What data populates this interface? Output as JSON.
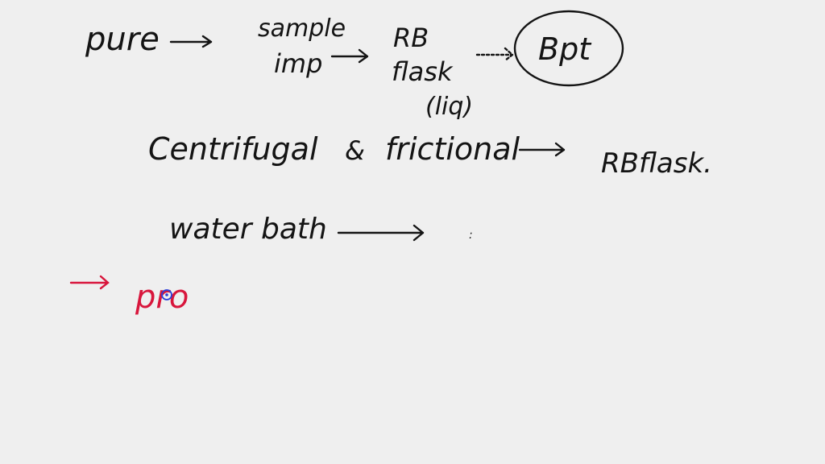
{
  "board": {
    "background": "#efefef",
    "ink_color": "#141414",
    "accent_color": "#d8163c",
    "cursor_color": "#2a3fd8",
    "line1": {
      "pure": "pure",
      "sample": "sample",
      "imp": "imp",
      "rb": "RB",
      "flask": "flask",
      "liq": "(liq)",
      "bpt": "Bpt"
    },
    "line2": {
      "centrifugal": "Centrifugal",
      "and": "&",
      "frictional": "frictional",
      "rbflask": "RBflask."
    },
    "line3": {
      "water_bath": "water bath",
      "dots": ":"
    },
    "line4": {
      "pro": "pro"
    }
  }
}
